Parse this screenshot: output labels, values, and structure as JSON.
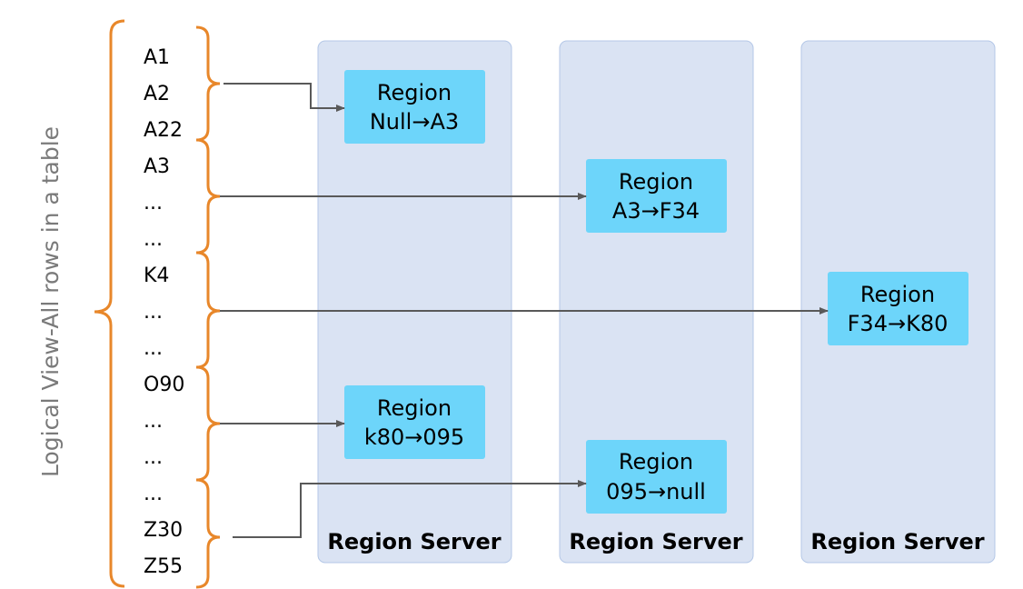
{
  "side_label": "Logical View-All rows in a table",
  "rows": [
    "A1",
    "A2",
    "A22",
    "A3",
    "...",
    "...",
    "K4",
    "...",
    "...",
    "O90",
    "...",
    "...",
    "...",
    "Z30",
    "Z55"
  ],
  "servers": [
    {
      "label": "Region Server"
    },
    {
      "label": "Region Server"
    },
    {
      "label": "Region Server"
    }
  ],
  "regions": [
    {
      "title": "Region",
      "range": "Null→A3"
    },
    {
      "title": "Region",
      "range": "A3→F34"
    },
    {
      "title": "Region",
      "range": "F34→K80"
    },
    {
      "title": "Region",
      "range": "k80→095"
    },
    {
      "title": "Region",
      "range": "095→null"
    }
  ],
  "colors": {
    "brace": "#E8872A",
    "server_fill": "#DAE3F3",
    "server_stroke": "#B4C7E7",
    "region_fill": "#6DD5FA",
    "arrow": "#595959",
    "side_label": "#7A7A7A"
  }
}
